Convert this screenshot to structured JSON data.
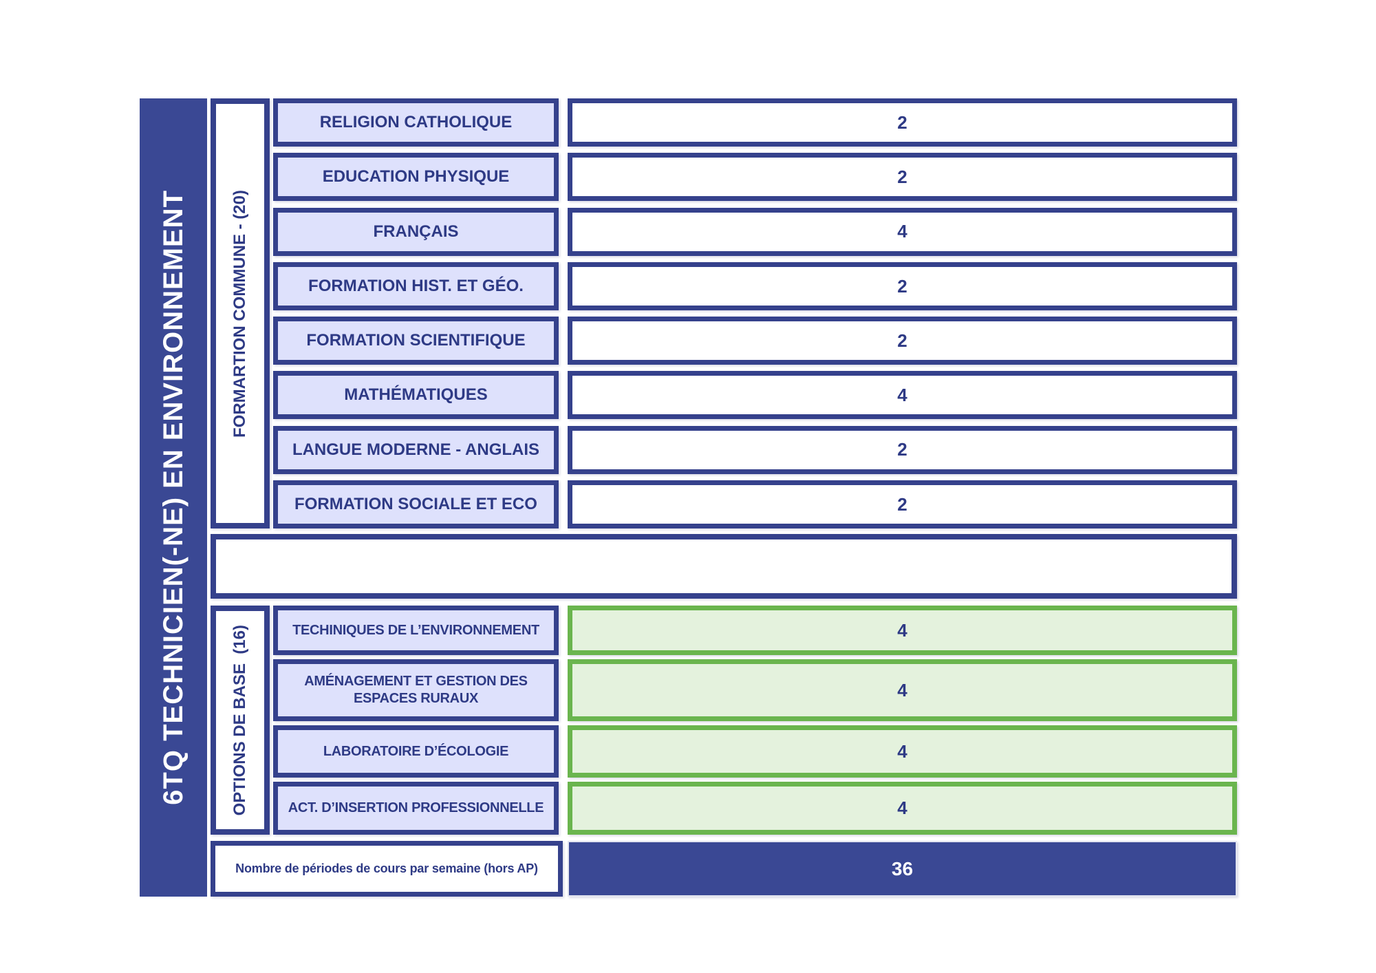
{
  "title": "6TQ TECHNICIEN(-NE) EN ENVIRONNEMENT",
  "sections": [
    {
      "label": "FORMARTION COMMUNE - (20)",
      "rows": [
        {
          "subject": "RELIGION CATHOLIQUE",
          "hours": "2"
        },
        {
          "subject": "EDUCATION PHYSIQUE",
          "hours": "2"
        },
        {
          "subject": "FRANÇAIS",
          "hours": "4"
        },
        {
          "subject": "FORMATION HIST. ET GÉO.",
          "hours": "2"
        },
        {
          "subject": "FORMATION SCIENTIFIQUE",
          "hours": "2"
        },
        {
          "subject": "MATHÉMATIQUES",
          "hours": "4"
        },
        {
          "subject": "LANGUE MODERNE - ANGLAIS",
          "hours": "2"
        },
        {
          "subject": "FORMATION SOCIALE ET ECO",
          "hours": "2"
        }
      ]
    },
    {
      "label": "OPTIONS DE BASE  (16)",
      "rows": [
        {
          "subject": "TECHINIQUES DE L’ENVIRONNEMENT",
          "hours": "4"
        },
        {
          "subject": "AMÉNAGEMENT ET GESTION DES ESPACES RURAUX",
          "hours": "4"
        },
        {
          "subject": "LABORATOIRE D’ÉCOLOGIE",
          "hours": "4"
        },
        {
          "subject": "ACT. D’INSERTION PROFESSIONNELLE",
          "hours": "4"
        }
      ]
    }
  ],
  "total": {
    "label": "Nombre de périodes de cours par semaine (hors AP)",
    "value": "36"
  },
  "colors": {
    "navy_border": "#35418c",
    "bar_fill": "#3a4894",
    "lavender_fill": "#dee1fc",
    "green_border": "#6ab54e",
    "green_fill": "#e4f2dd",
    "text_navy": "#2e3a85",
    "text_white": "#ffffff"
  }
}
